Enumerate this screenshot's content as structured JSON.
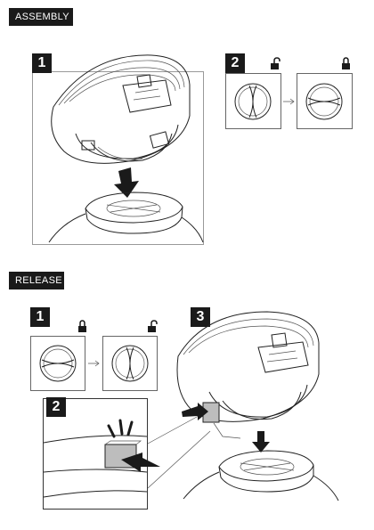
{
  "sections": {
    "assembly": {
      "label": "ASSEMBLY"
    },
    "release": {
      "label": "RELEASE"
    }
  },
  "assembly_steps": {
    "step1": "1",
    "step2": "2"
  },
  "release_steps": {
    "step1": "1",
    "step2": "2",
    "step3": "3"
  },
  "icons": {
    "unlock": "open-padlock-icon",
    "lock": "closed-padlock-icon",
    "arrow": "right-arrow-icon"
  },
  "colors": {
    "badge": "#1a1a1a",
    "line": "#222222",
    "highlight": "#bdbdbd"
  }
}
